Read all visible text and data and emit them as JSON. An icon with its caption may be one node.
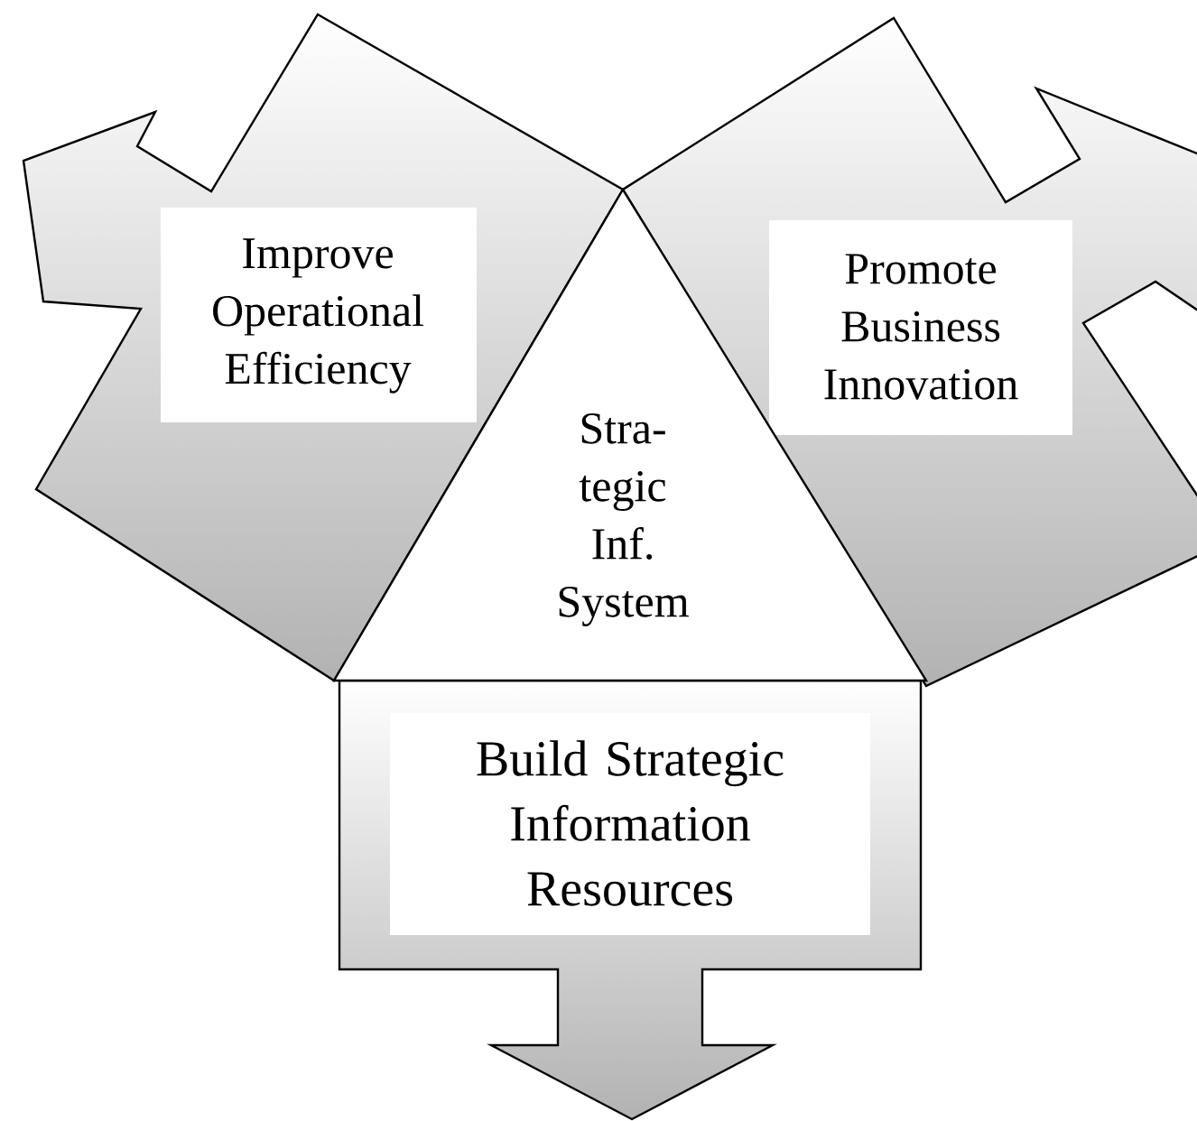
{
  "diagram": {
    "nodes": [
      {
        "text": [
          "Improve Operational Efficiency"
        ]
      },
      {
        "text": [
          "Promote Business Innovation"
        ]
      },
      {
        "text": [
          "Stra- tegic Inf. System"
        ]
      },
      {
        "text": [
          "Build Strategic Information Resources"
        ]
      }
    ]
  }
}
